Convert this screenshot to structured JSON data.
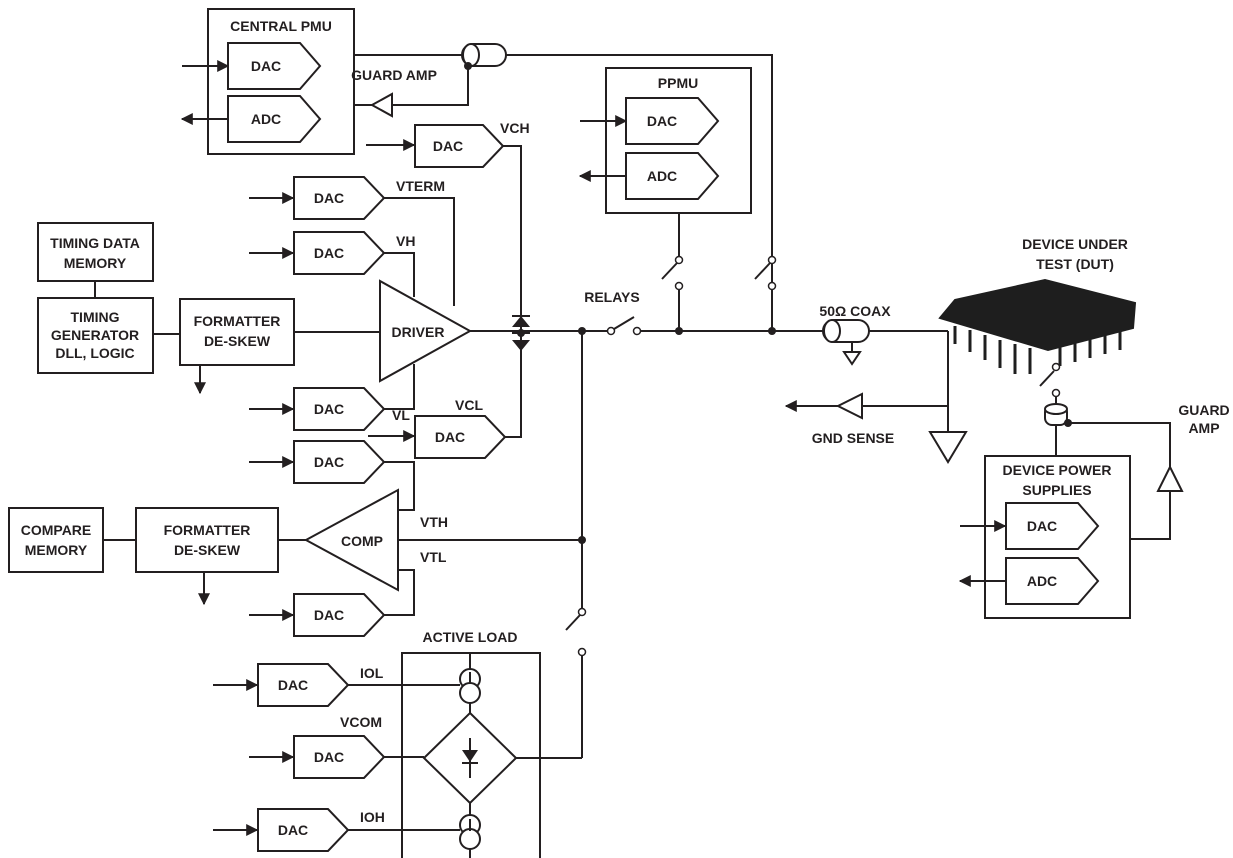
{
  "colors": {
    "ink": "#231f20",
    "background": "#ffffff",
    "chip": "#1e1e1e"
  },
  "blocks": {
    "dac": "DAC",
    "adc": "ADC",
    "central_pmu": "CENTRAL PMU",
    "guard_amp": "GUARD AMP",
    "ppmu": "PPMU",
    "timing_data_memory": [
      "TIMING DATA",
      "MEMORY"
    ],
    "timing_generator": [
      "TIMING",
      "GENERATOR",
      "DLL, LOGIC"
    ],
    "formatter": [
      "FORMATTER",
      "DE-SKEW"
    ],
    "compare_memory": [
      "COMPARE",
      "MEMORY"
    ],
    "driver": "DRIVER",
    "comp": "COMP",
    "active_load": "ACTIVE LOAD",
    "relays": "RELAYS",
    "coax": "50Ω COAX",
    "dut": [
      "DEVICE UNDER",
      "TEST (DUT)"
    ],
    "gnd_sense": "GND SENSE",
    "device_power_supplies": [
      "DEVICE POWER",
      "SUPPLIES"
    ],
    "guard_amp_right": [
      "GUARD",
      "AMP"
    ]
  },
  "signals": {
    "vch": "VCH",
    "vterm": "VTERM",
    "vh": "VH",
    "vl": "VL",
    "vcl": "VCL",
    "vth": "VTH",
    "vtl": "VTL",
    "iol": "IOL",
    "vcom": "VCOM",
    "ioh": "IOH"
  }
}
